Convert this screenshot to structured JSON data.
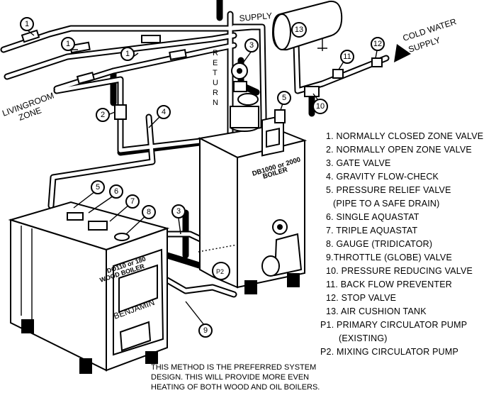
{
  "labels": {
    "supply": "SUPPLY",
    "return_letters": [
      "R",
      "E",
      "T",
      "U",
      "R",
      "N"
    ],
    "cold_water_line1": "COLD WATER",
    "cold_water_line2": "SUPPLY",
    "livingroom_line1": "LIVINGROOM",
    "livingroom_line2": "ZONE",
    "oil_boiler_line1": "DB1000 or 2000",
    "oil_boiler_line2": "BOILER",
    "wood_boiler_line1": "DO110 or 180",
    "wood_boiler_line2": "WOOD BOILER",
    "benjamin": "BENJAMIN",
    "pump_p2": "P2"
  },
  "callouts": [
    {
      "text": "1"
    },
    {
      "text": "1"
    },
    {
      "text": "1"
    },
    {
      "text": "2"
    },
    {
      "text": "3"
    },
    {
      "text": "3"
    },
    {
      "text": "4"
    },
    {
      "text": "5"
    },
    {
      "text": "5"
    },
    {
      "text": "6"
    },
    {
      "text": "7"
    },
    {
      "text": "8"
    },
    {
      "text": "9"
    },
    {
      "text": "10"
    },
    {
      "text": "11"
    },
    {
      "text": "12"
    },
    {
      "text": "13"
    }
  ],
  "legend": [
    "1. NORMALLY CLOSED ZONE VALVE",
    "2. NORMALLY OPEN ZONE VALVE",
    "3. GATE VALVE",
    "4. GRAVITY FLOW-CHECK",
    "5. PRESSURE RELIEF VALVE",
    "(PIPE TO A SAFE DRAIN)",
    "6. SINGLE AQUASTAT",
    "7. TRIPLE AQUASTAT",
    "8. GAUGE (TRIDICATOR)",
    "9.THROTTLE (GLOBE) VALVE",
    "10. PRESSURE REDUCING VALVE",
    "11. BACK FLOW PREVENTER",
    "12. STOP VALVE",
    "13. AIR CUSHION TANK",
    "P1. PRIMARY CIRCULATOR PUMP",
    "(EXISTING)",
    "P2. MIXING CIRCULATOR PUMP"
  ],
  "note": [
    "THIS  METHOD IS THE PREFERRED SYSTEM",
    "DESIGN. THIS WILL PROVIDE MORE EVEN",
    "HEATING OF BOTH WOOD AND OIL BOILERS."
  ]
}
